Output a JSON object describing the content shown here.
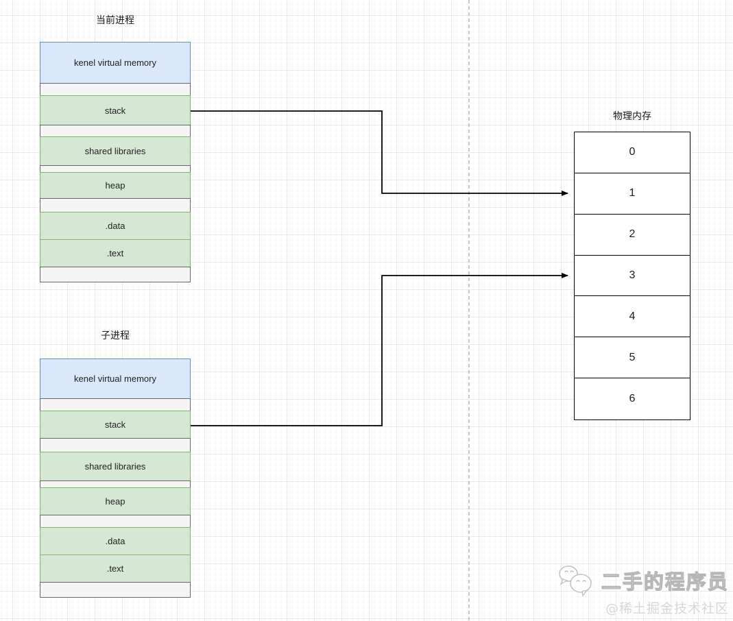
{
  "colors": {
    "kernel_fill": "#dae8fc",
    "kernel_stroke": "#6c8ebf",
    "segment_fill": "#d5e8d4",
    "segment_stroke": "#82b366",
    "spacer_fill": "#f5f5f5",
    "spacer_stroke": "#666666",
    "memory_table_stroke": "#000000",
    "arrow": "#000000",
    "divider": "#a6a6a6"
  },
  "current_process": {
    "title": "当前进程",
    "segments": [
      {
        "label": "kenel virtual memory",
        "style": "blue"
      },
      {
        "label": "",
        "style": "gray"
      },
      {
        "label": "stack",
        "style": "green"
      },
      {
        "label": "",
        "style": "gray"
      },
      {
        "label": "shared libraries",
        "style": "green"
      },
      {
        "label": "",
        "style": "gray"
      },
      {
        "label": "heap",
        "style": "green"
      },
      {
        "label": "",
        "style": "gray"
      },
      {
        "label": ".data",
        "style": "green"
      },
      {
        "label": ".text",
        "style": "green"
      },
      {
        "label": "",
        "style": "gray"
      }
    ]
  },
  "child_process": {
    "title": "子进程",
    "segments": [
      {
        "label": "kenel virtual memory",
        "style": "blue"
      },
      {
        "label": "",
        "style": "gray"
      },
      {
        "label": "stack",
        "style": "green"
      },
      {
        "label": "",
        "style": "gray"
      },
      {
        "label": "shared libraries",
        "style": "green"
      },
      {
        "label": "",
        "style": "gray"
      },
      {
        "label": "heap",
        "style": "green"
      },
      {
        "label": "",
        "style": "gray"
      },
      {
        "label": ".data",
        "style": "green"
      },
      {
        "label": ".text",
        "style": "green"
      },
      {
        "label": "",
        "style": "gray"
      }
    ]
  },
  "physical_memory": {
    "title": "物理内存",
    "cells": [
      "0",
      "1",
      "2",
      "3",
      "4",
      "5",
      "6"
    ]
  },
  "watermark": {
    "title": "二手的程序员",
    "subtitle": "@稀土掘金技术社区"
  }
}
